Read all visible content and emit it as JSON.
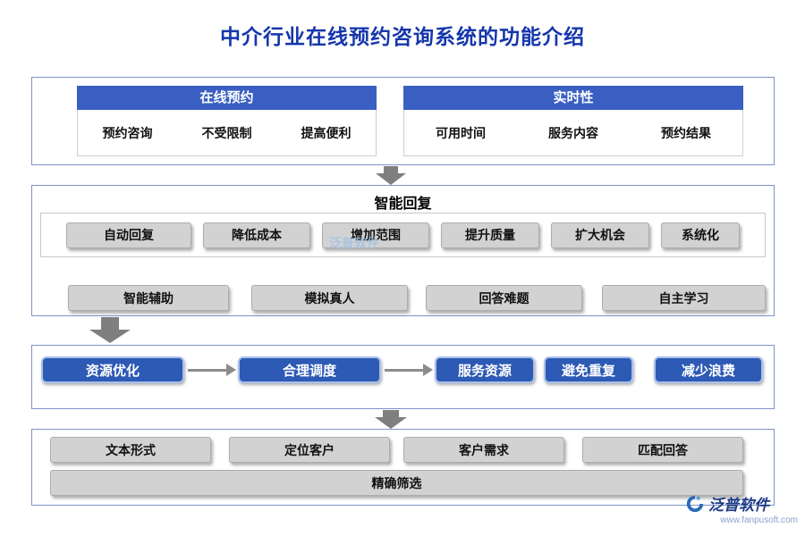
{
  "title": "中介行业在线预约咨询系统的功能介绍",
  "section1": {
    "left": {
      "header": "在线预约",
      "items": [
        "预约咨询",
        "不受限制",
        "提高便利"
      ]
    },
    "right": {
      "header": "实时性",
      "items": [
        "可用时间",
        "服务内容",
        "预约结果"
      ]
    }
  },
  "section2": {
    "title": "智能回复",
    "row1": [
      "自动回复",
      "降低成本",
      "增加范围",
      "提升质量",
      "扩大机会",
      "系统化"
    ],
    "row2": [
      "智能辅助",
      "模拟真人",
      "回答难题",
      "自主学习"
    ]
  },
  "section3": {
    "nodes": [
      "资源优化",
      "合理调度",
      "服务资源",
      "避免重复",
      "减少浪费"
    ]
  },
  "section4": {
    "row": [
      "文本形式",
      "定位客户",
      "客户需求",
      "匹配回答"
    ],
    "bar": "精确筛选"
  },
  "watermark": "泛普软件",
  "footer": {
    "brand": "泛普软件",
    "url": "www.fanpusoft.com"
  },
  "colors": {
    "title_blue": "#1536ac",
    "header_blue": "#3a5fc2",
    "node_blue": "#2d5ab5",
    "node_gray": "#d2d2d2",
    "border_blue": "#7d92c9",
    "arrow_gray": "#7f7f7f"
  }
}
